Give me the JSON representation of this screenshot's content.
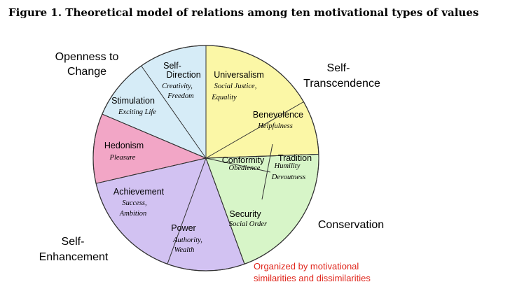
{
  "figure_title": "Figure 1. Theoretical model of relations among ten motivational types of values",
  "colors": {
    "openness": "#d6ecf7",
    "self_transcendence": "#fbf7a6",
    "conservation": "#d7f5c8",
    "self_enhancement": "#d2c2f2",
    "hedonism": "#f2a6c6",
    "outline": "#333333",
    "note": "#e0251b"
  },
  "dimensions": {
    "openness": {
      "line1": "Openness to",
      "line2": "Change"
    },
    "self_transcendence": {
      "line1": "Self-",
      "line2": "Transcendence"
    },
    "conservation": {
      "line1": "Conservation"
    },
    "self_enhancement": {
      "line1": "Self-",
      "line2": "Enhancement"
    }
  },
  "values": {
    "self_direction": {
      "line1": "Self-",
      "line2": "Direction",
      "examples1": "Creativity,",
      "examples2": "Freedom"
    },
    "universalism": {
      "label": "Universalism",
      "examples1": "Social Justice,",
      "examples2": "Equality"
    },
    "benevolence": {
      "label": "Benevolence",
      "examples1": "Helpfulness"
    },
    "tradition": {
      "label": "Tradition",
      "examples1": "Humility",
      "examples2": "Devoutness"
    },
    "conformity": {
      "label": "Conformity",
      "examples1": "Obedience"
    },
    "security": {
      "label": "Security",
      "examples1": "Social Order"
    },
    "power": {
      "label": "Power",
      "examples1": "Authority,",
      "examples2": "Wealth"
    },
    "achievement": {
      "label": "Achievement",
      "examples1": "Success,",
      "examples2": "Ambition"
    },
    "hedonism": {
      "label": "Hedonism",
      "examples1": "Pleasure"
    },
    "stimulation": {
      "label": "Stimulation",
      "examples1": "Exciting Life"
    }
  },
  "note": {
    "line1": "Organized by motivational",
    "line2": "similarities and dissimilarities"
  }
}
